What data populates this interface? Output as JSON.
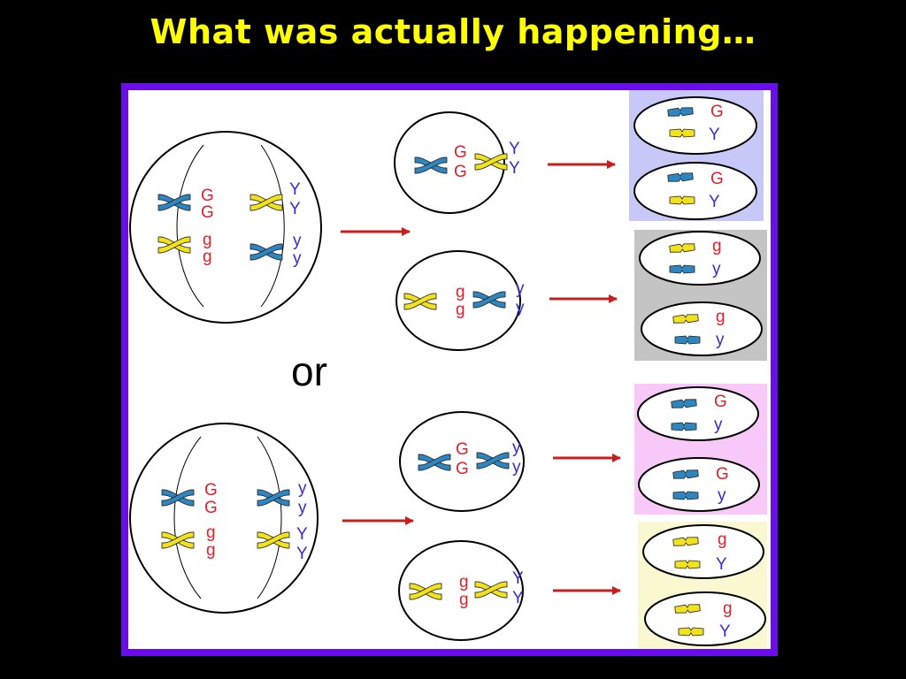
{
  "slide": {
    "title": "What was actually happening…"
  },
  "diagram": {
    "separator": "or",
    "colors": {
      "frame": "#6A0DEB",
      "blue_chromosome": "#2E86C1",
      "yellow_chromosome": "#F2E21B",
      "dominant_label": "#E0202A",
      "recessive_label": "#3A2AD0",
      "arrow": "#C81E1E",
      "panel_lavender": "#C8C8F8",
      "panel_gray": "#C4C4C4",
      "panel_pink": "#F8C8F8",
      "panel_cream": "#FAF8D0"
    },
    "parent_cells": [
      {
        "left_labels": [
          "G",
          "G",
          "g",
          "g"
        ],
        "right_labels": [
          "Y",
          "Y",
          "y",
          "y"
        ]
      },
      {
        "left_labels": [
          "G",
          "G",
          "g",
          "g"
        ],
        "right_labels": [
          "y",
          "y",
          "Y",
          "Y"
        ]
      }
    ],
    "intermediate_cells": [
      {
        "labels": [
          "G",
          "G",
          "Y",
          "Y"
        ]
      },
      {
        "labels": [
          "g",
          "g",
          "y",
          "y"
        ]
      },
      {
        "labels": [
          "G",
          "G",
          "y",
          "y"
        ]
      },
      {
        "labels": [
          "g",
          "g",
          "Y",
          "Y"
        ]
      }
    ],
    "gametes": [
      {
        "labels": [
          "G",
          "Y"
        ]
      },
      {
        "labels": [
          "G",
          "Y"
        ]
      },
      {
        "labels": [
          "g",
          "y"
        ]
      },
      {
        "labels": [
          "g",
          "y"
        ]
      },
      {
        "labels": [
          "G",
          "y"
        ]
      },
      {
        "labels": [
          "G",
          "y"
        ]
      },
      {
        "labels": [
          "g",
          "Y"
        ]
      },
      {
        "labels": [
          "g",
          "Y"
        ]
      }
    ]
  }
}
